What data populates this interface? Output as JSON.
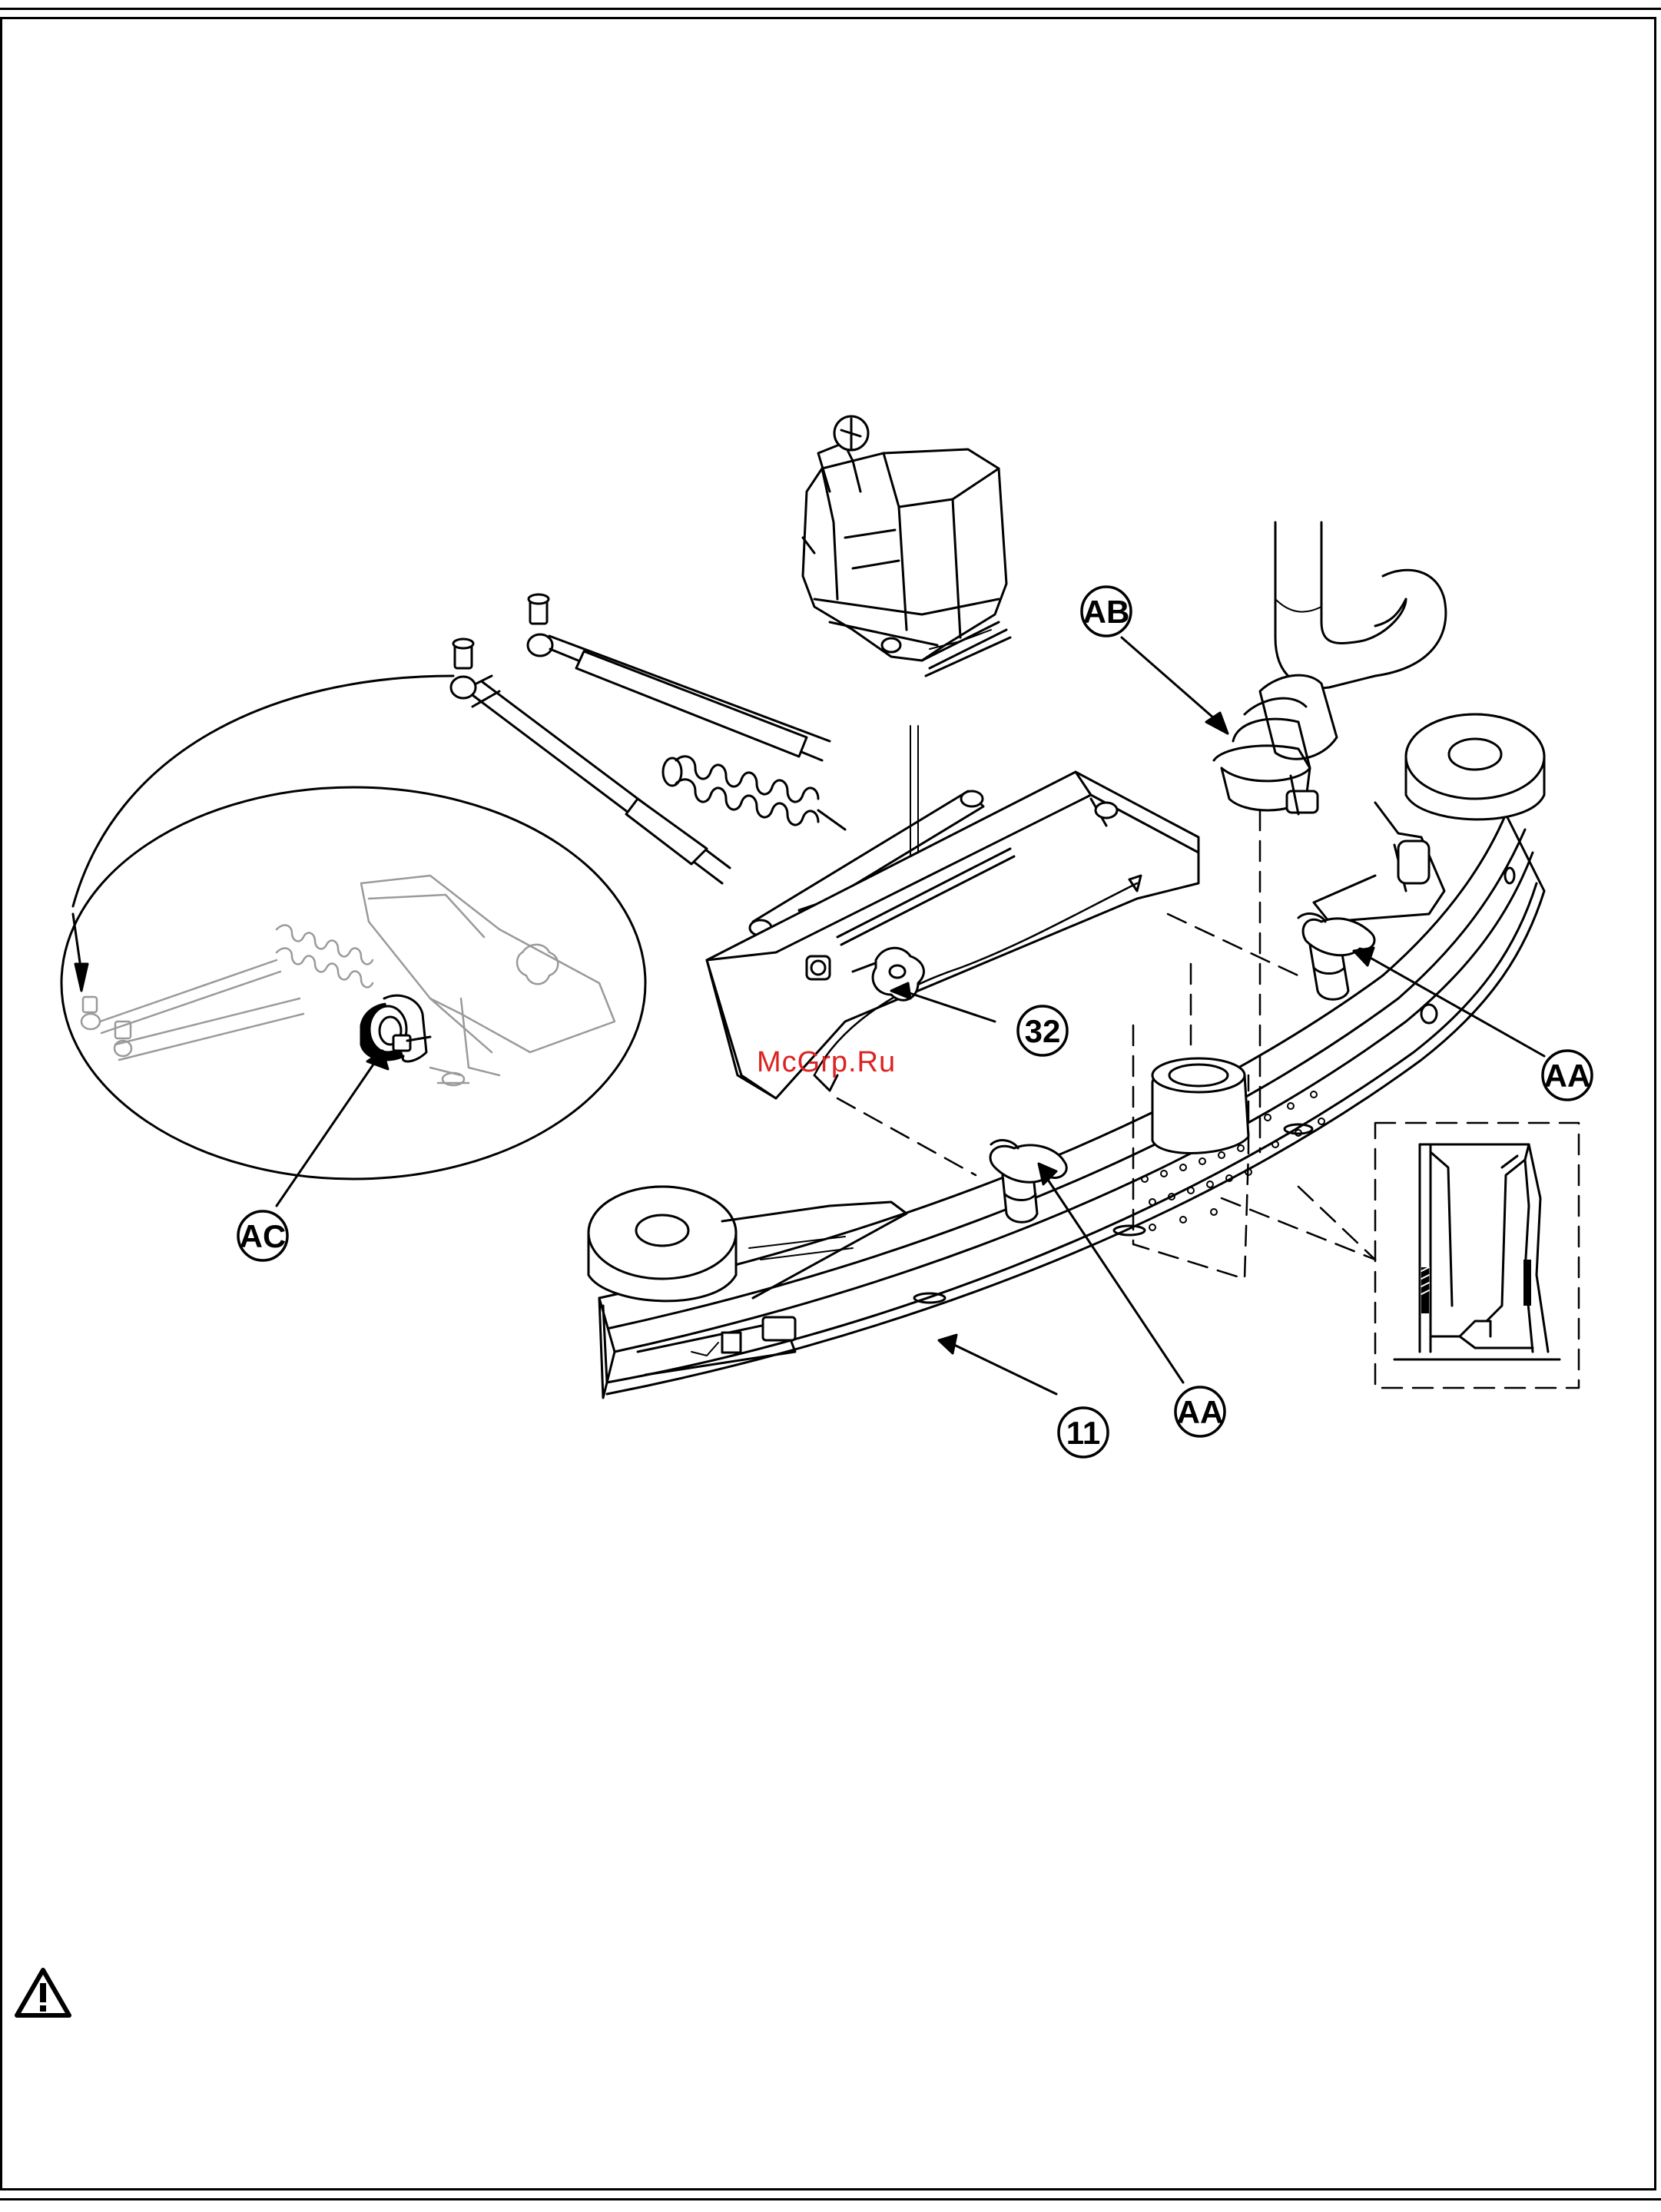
{
  "callouts": {
    "ab": "AB",
    "ac": "AC",
    "aa_right": "AA",
    "aa_bottom": "AA",
    "part_32": "32",
    "part_11": "11"
  },
  "watermark": "McGrp.Ru",
  "icons": {
    "warning": "warning-triangle-icon"
  },
  "colors": {
    "line": "#000000",
    "watermark": "#dd2222"
  }
}
